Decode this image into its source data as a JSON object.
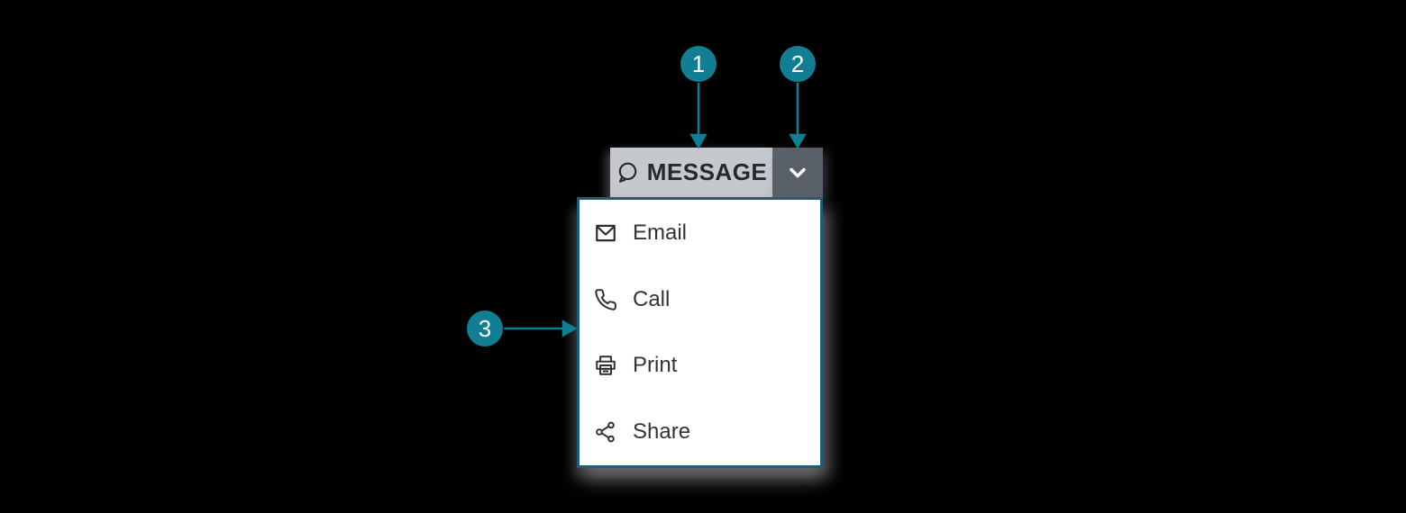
{
  "colors": {
    "background": "#000000",
    "callout_teal": "#117e93",
    "menu_border_blue": "#1e5b80",
    "button_bg_gray": "#c5c8cc",
    "toggle_bg_slate": "#596067",
    "button_text": "#26292e",
    "menu_text": "#333333"
  },
  "split_button": {
    "label": "MESSAGE",
    "icon": "message-bubble-icon",
    "toggle_icon": "chevron-down-icon"
  },
  "menu": {
    "items": [
      {
        "icon": "email-icon",
        "label": "Email"
      },
      {
        "icon": "phone-icon",
        "label": "Call"
      },
      {
        "icon": "printer-icon",
        "label": "Print"
      },
      {
        "icon": "share-icon",
        "label": "Share"
      }
    ]
  },
  "callouts": [
    {
      "number": "1",
      "points_to": "message-button"
    },
    {
      "number": "2",
      "points_to": "dropdown-toggle-button"
    },
    {
      "number": "3",
      "points_to": "dropdown-menu"
    }
  ]
}
